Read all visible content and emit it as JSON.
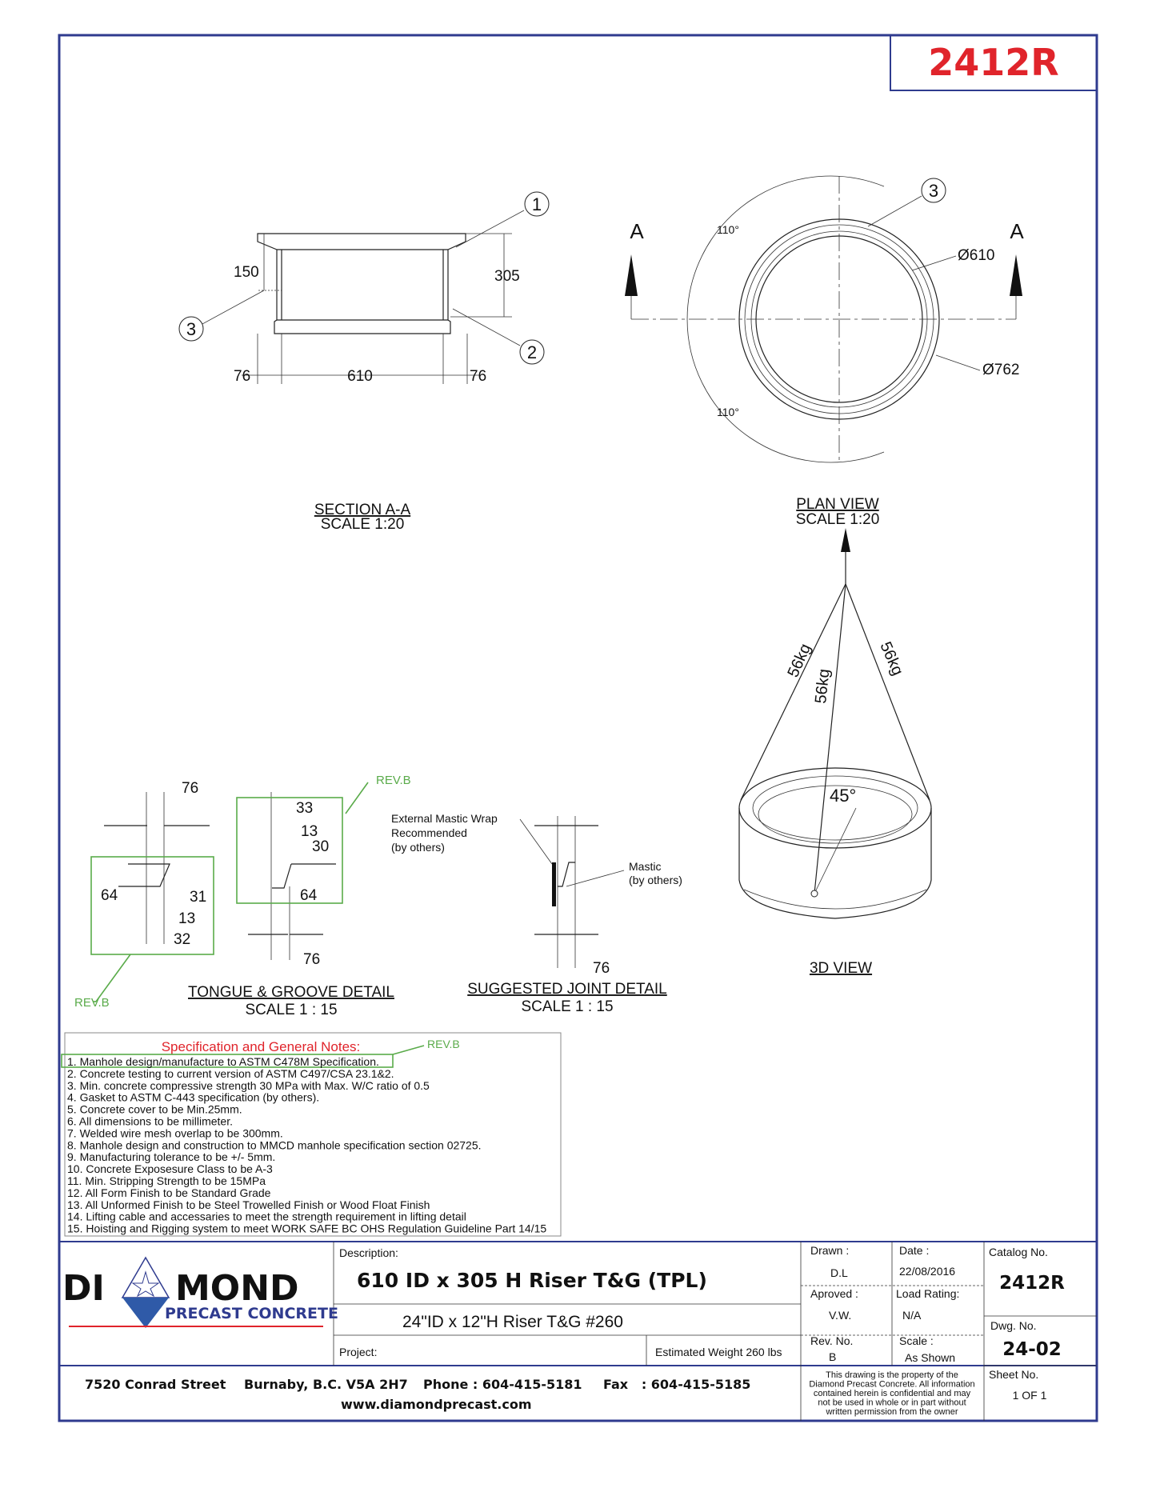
{
  "sheet": {
    "catalog_number_top": "2412R",
    "accent_red": "#e0242b",
    "border_blue": "#2f3b8f",
    "rev_green": "#5aab4a"
  },
  "section_view": {
    "title": "SECTION A-A",
    "scale": "SCALE 1:20",
    "dims": {
      "height_joint": "150",
      "height_total": "305",
      "wall_left": "76",
      "inner_dia": "610",
      "wall_right": "76"
    },
    "callouts": [
      "1",
      "2",
      "3"
    ]
  },
  "plan_view": {
    "title": "PLAN VIEW",
    "scale": "SCALE 1:20",
    "section_marks": [
      "A",
      "A"
    ],
    "angles": [
      "110°",
      "110°"
    ],
    "diameters": {
      "inner": "Ø610",
      "outer": "Ø762"
    },
    "callout": "3"
  },
  "view_3d": {
    "title": "3D VIEW",
    "sling_loads": [
      "56kg",
      "56kg",
      "56kg"
    ],
    "angle": "45°"
  },
  "tongue_groove": {
    "title": "TONGUE & GROOVE DETAIL",
    "scale": "SCALE 1 : 15",
    "left_dims": [
      "76",
      "64",
      "31",
      "13",
      "32"
    ],
    "right_dims": [
      "33",
      "13",
      "30",
      "64",
      "76"
    ],
    "rev_labels": [
      "REV.B",
      "REV.B"
    ]
  },
  "joint_detail": {
    "title": "SUGGESTED JOINT DETAIL",
    "scale": "SCALE 1 : 15",
    "label_wrap": [
      "External Mastic Wrap",
      "Recommended",
      "(by others)"
    ],
    "label_mastic": [
      "Mastic",
      "(by others)"
    ],
    "dim": "76"
  },
  "notes": {
    "title": "Specification and General Notes:",
    "rev_label": "REV.B",
    "items": [
      "1. Manhole design/manufacture to ASTM C478M  Specification.",
      "2. Concrete testing to current version of ASTM C497/CSA 23.1&2.",
      "3. Min. concrete compressive strength 30 MPa with Max. W/C ratio of 0.5",
      "4. Gasket to ASTM C-443 specification (by others).",
      "5. Concrete cover to be Min.25mm.",
      "6. All dimensions to be millimeter.",
      "7. Welded wire mesh overlap to be 300mm.",
      "8. Manhole design and construction to MMCD manhole specification section 02725.",
      "9. Manufacturing tolerance to be +/- 5mm.",
      "10. Concrete Exposesure Class to be A-3",
      "11. Min. Stripping Strength to be 15MPa",
      "12. All Form Finish to be Standard Grade",
      "13. All Unformed  Finish to be Steel Trowelled Finish or Wood Float Finish",
      "14. Lifting cable and accessaries to meet the strength requirement in lifting detail",
      "15. Hoisting and Rigging system to meet WORK SAFE BC OHS Regulation Guideline Part 14/15"
    ]
  },
  "title_block": {
    "logo": {
      "word_left": "DI",
      "word_right": "MOND",
      "subtitle": "PRECAST CONCRETE"
    },
    "description_label": "Description:",
    "description": "610 ID x 305 H  Riser T&G (TPL)",
    "description_imperial": "24\"ID x 12\"H  Riser T&G #260",
    "project_label": "Project:",
    "estimated_weight": "Estimated Weight 260 lbs",
    "drawn_label": "Drawn :",
    "drawn": "D.L",
    "date_label": "Date :",
    "date": "22/08/2016",
    "approved_label": "Aproved :",
    "approved": "V.W.",
    "load_rating_label": "Load Rating:",
    "load_rating": "N/A",
    "rev_label": "Rev. No.",
    "rev": "B",
    "scale_label": "Scale :",
    "scale": "As Shown",
    "catalog_label": "Catalog No.",
    "catalog": "2412R",
    "dwg_label": "Dwg. No.",
    "dwg": "24-02",
    "sheet_label": "Sheet No.",
    "sheet": "1 OF 1",
    "address": "7520 Conrad Street",
    "city": "Burnaby, B.C. V5A 2H7",
    "phone": "Phone : 604-415-5181",
    "fax": "Fax   : 604-415-5185",
    "website": "www.diamondprecast.com",
    "disclaimer": [
      "This drawing is the property of the",
      "Diamond Precast Concrete. All information",
      "contained herein is confidential and may",
      "not be used in whole or in part without",
      "written permission from the owner"
    ]
  }
}
